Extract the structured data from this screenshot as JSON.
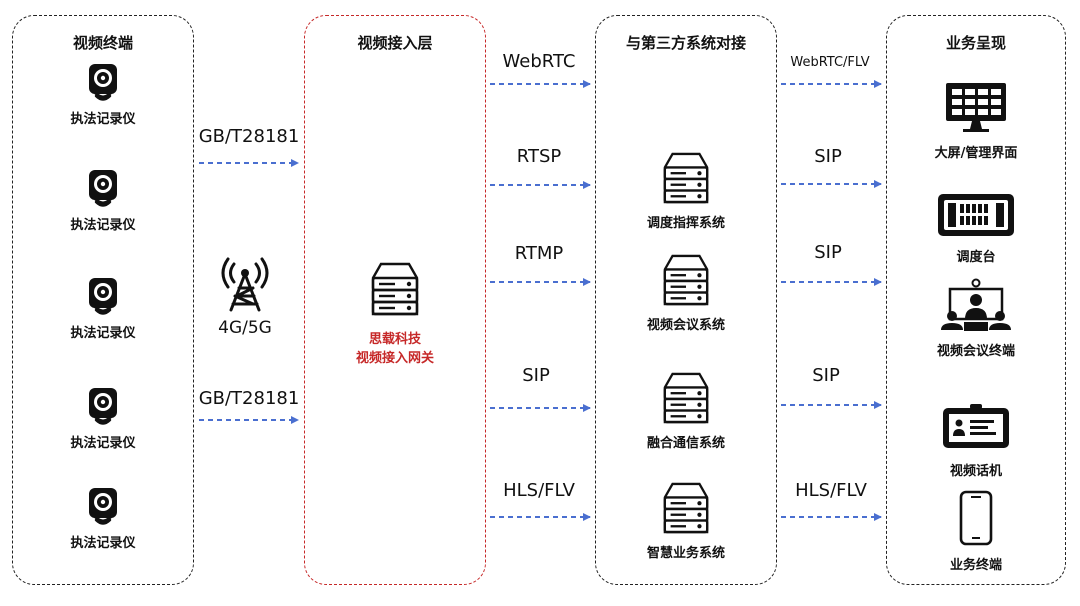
{
  "columns": {
    "terminals": {
      "title": "视频终端",
      "devices": [
        {
          "label": "执法记录仪"
        },
        {
          "label": "执法记录仪"
        },
        {
          "label": "执法记录仪"
        },
        {
          "label": "执法记录仪"
        },
        {
          "label": "执法记录仪"
        }
      ],
      "network": {
        "label": "4G/5G",
        "icon": "cell-tower-icon"
      }
    },
    "access": {
      "title": "视频接入层",
      "gateway": {
        "line1": "思载科技",
        "line2": "视频接入网关",
        "icon": "server-icon"
      }
    },
    "third_party": {
      "title": "与第三方系统对接",
      "systems": [
        {
          "label": "调度指挥系统"
        },
        {
          "label": "视频会议系统"
        },
        {
          "label": "融合通信系统"
        },
        {
          "label": "智慧业务系统"
        }
      ]
    },
    "business": {
      "title": "业务呈现",
      "items": [
        {
          "label": "大屏/管理界面",
          "icon": "monitor-icon"
        },
        {
          "label": "调度台",
          "icon": "console-icon"
        },
        {
          "label": "视频会议终端",
          "icon": "conference-icon"
        },
        {
          "label": "视频话机",
          "icon": "video-phone-icon"
        },
        {
          "label": "业务终端",
          "icon": "mobile-icon"
        }
      ]
    }
  },
  "edges": {
    "left": [
      "GB/T28181",
      "GB/T28181"
    ],
    "middle": [
      "WebRTC",
      "RTSP",
      "RTMP",
      "SIP",
      "HLS/FLV"
    ],
    "right": [
      "WebRTC/FLV",
      "SIP",
      "SIP",
      "SIP",
      "HLS/FLV"
    ]
  },
  "colors": {
    "arrow": "#4a6fd0",
    "access_border": "#c62828",
    "gateway_text": "#c62828",
    "border": "#222222"
  }
}
